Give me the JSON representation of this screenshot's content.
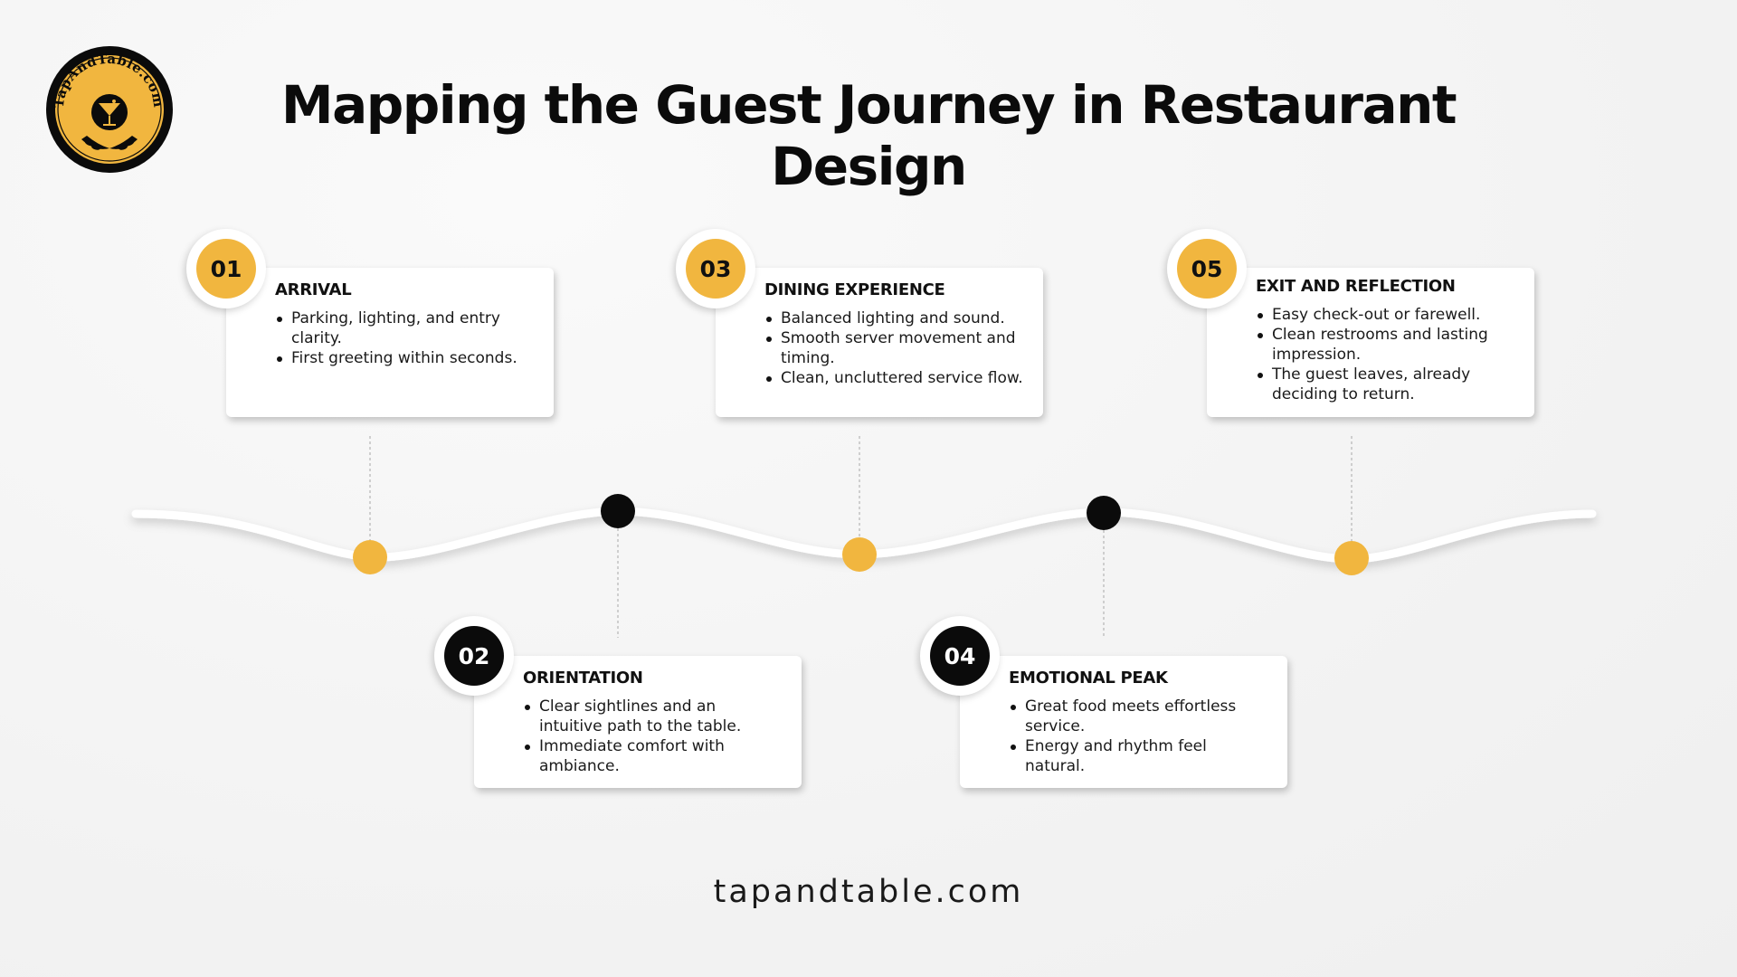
{
  "title": "Mapping the Guest Journey in Restaurant Design",
  "logo": {
    "text": "TapAndTable.com",
    "icon": "cocktail-glass-icon"
  },
  "colors": {
    "gold": "#f1b63f",
    "black": "#0b0b0b",
    "card": "#ffffff"
  },
  "steps": [
    {
      "number": "01",
      "heading": "ARRIVAL",
      "bullets": [
        "Parking, lighting, and entry clarity.",
        "First greeting within seconds."
      ]
    },
    {
      "number": "02",
      "heading": "ORIENTATION",
      "bullets": [
        "Clear sightlines and an intuitive path to the table.",
        "Immediate comfort with ambiance."
      ]
    },
    {
      "number": "03",
      "heading": "DINING EXPERIENCE",
      "bullets": [
        "Balanced lighting and sound.",
        "Smooth server movement and timing.",
        "Clean, uncluttered service flow."
      ]
    },
    {
      "number": "04",
      "heading": "EMOTIONAL PEAK",
      "bullets": [
        "Great food meets effortless service.",
        "Energy and rhythm feel natural."
      ]
    },
    {
      "number": "05",
      "heading": "EXIT AND REFLECTION",
      "bullets": [
        "Easy check-out or farewell.",
        "Clean restrooms and lasting impression.",
        "The guest leaves, already deciding to return."
      ]
    }
  ],
  "footer": "tapandtable.com"
}
